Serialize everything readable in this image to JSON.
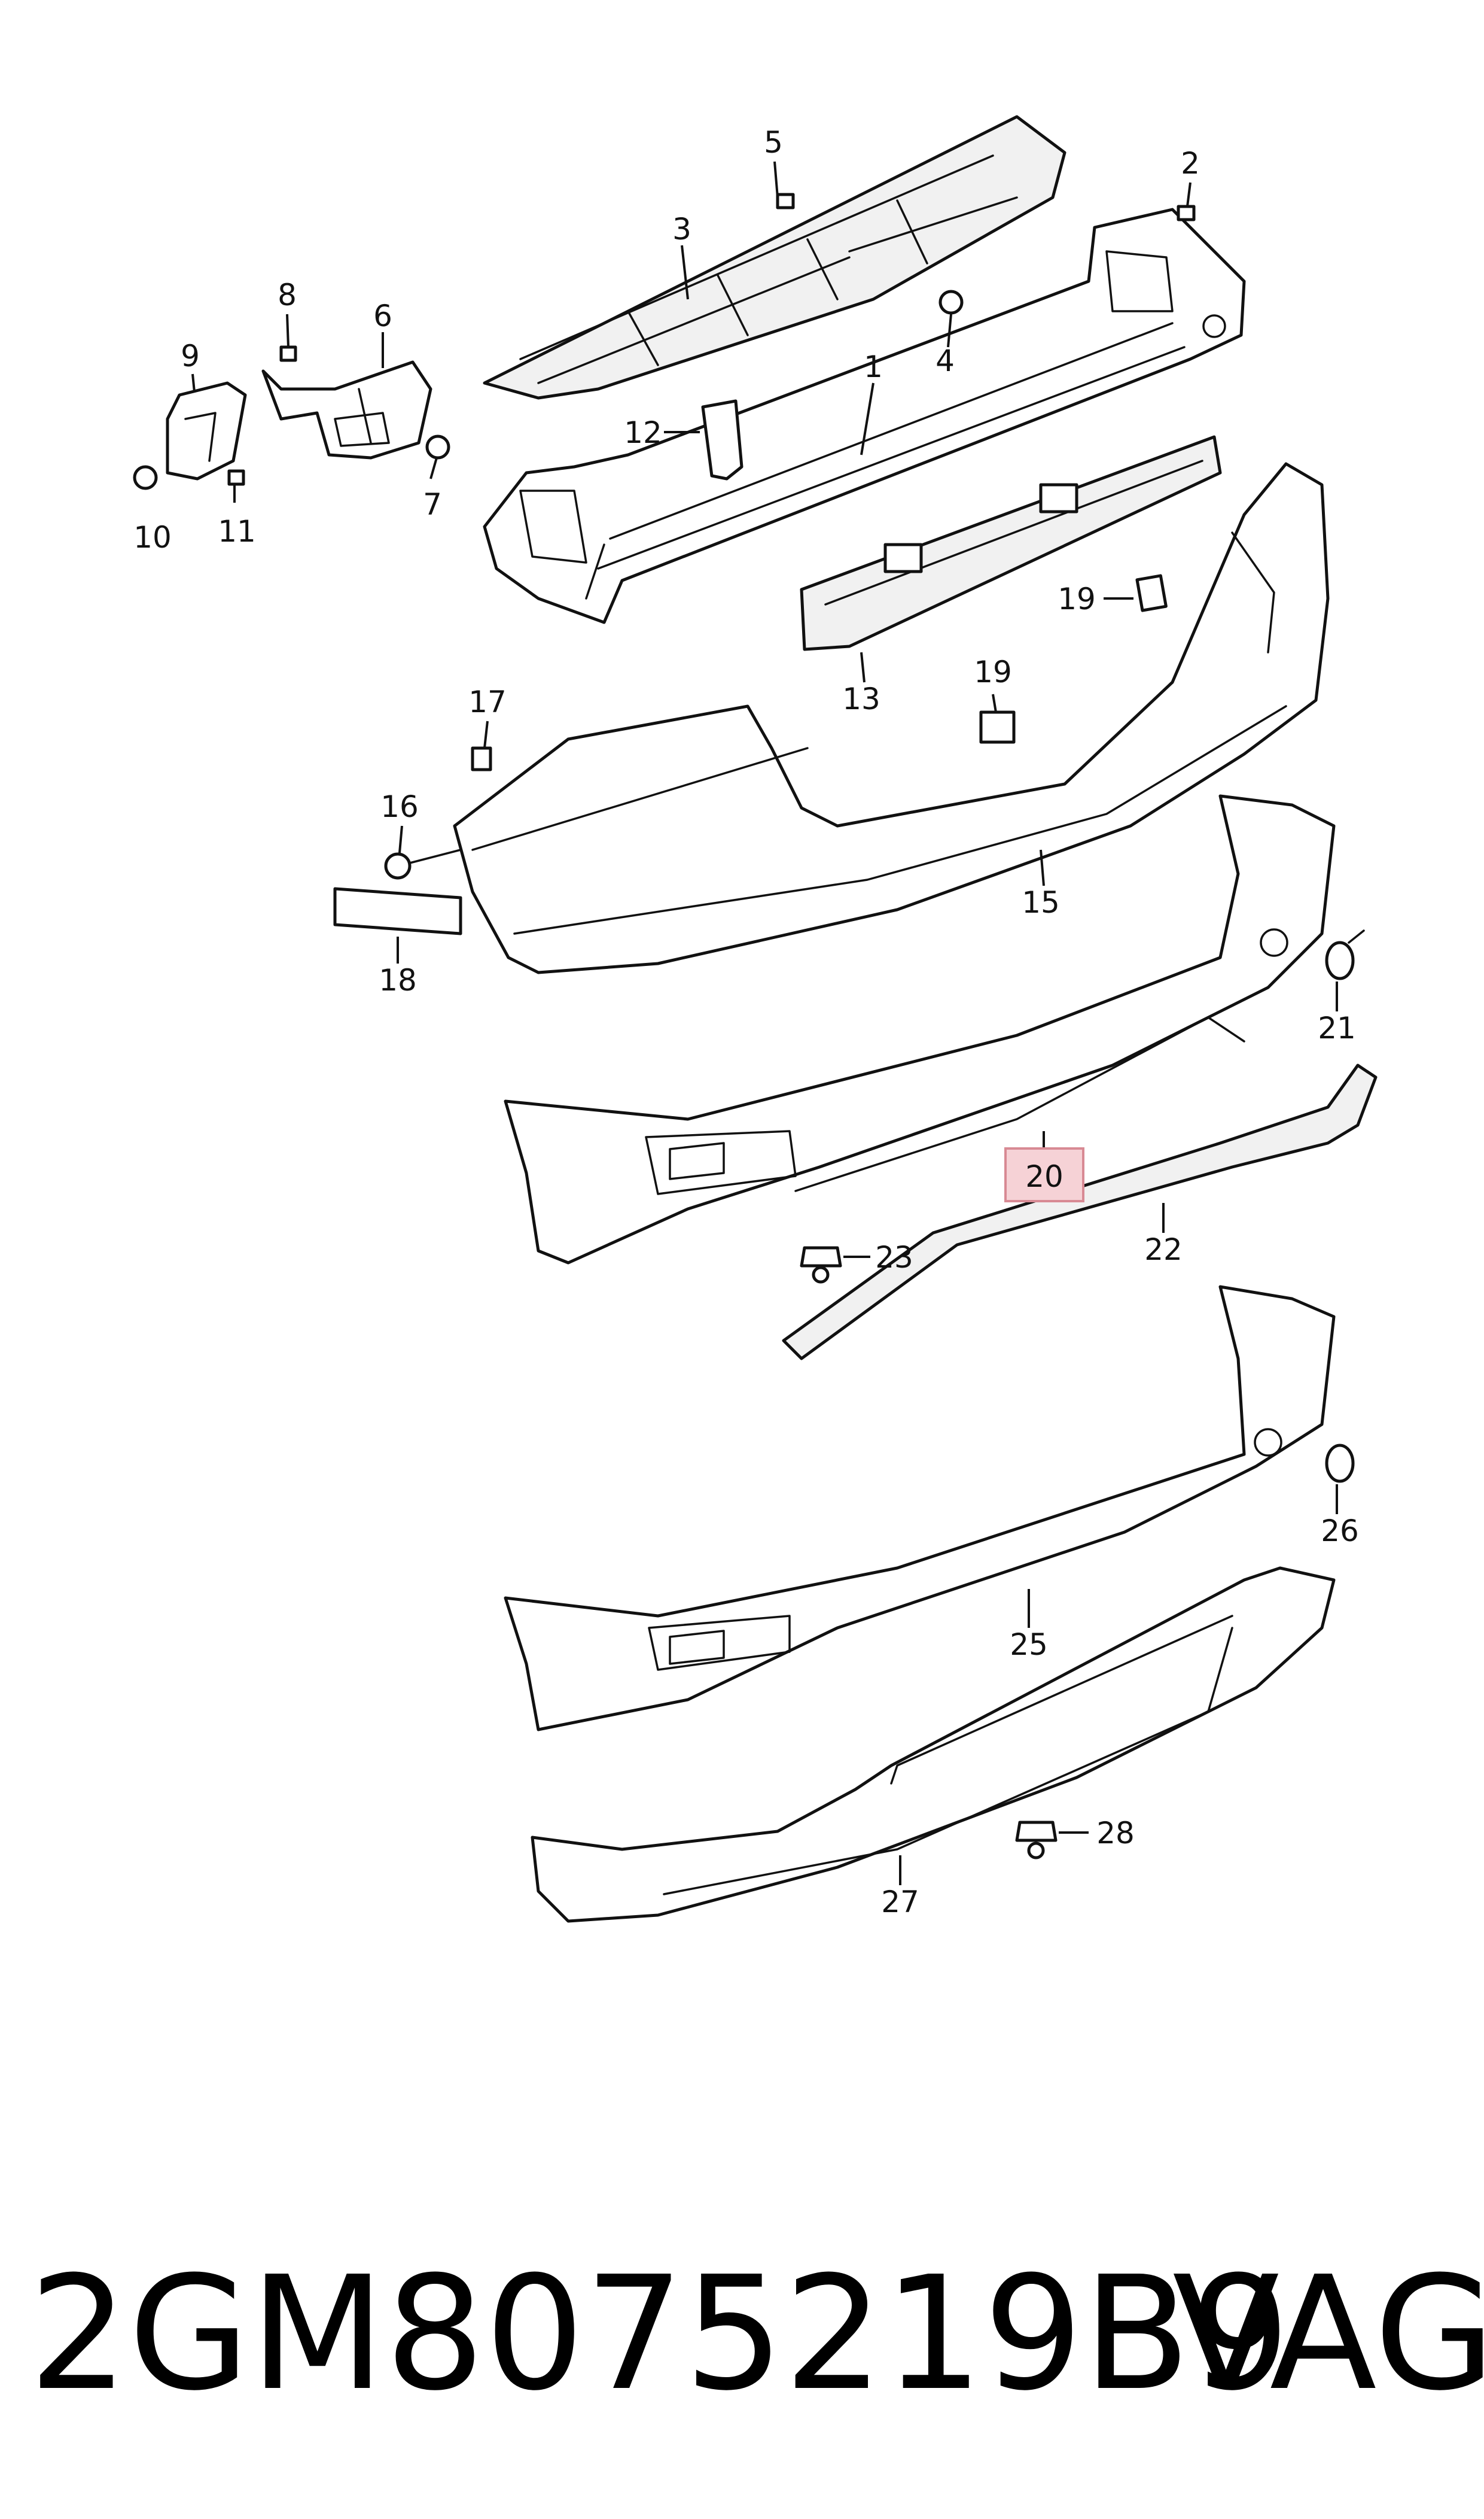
{
  "diagram": {
    "callouts": {
      "c1": "1",
      "c2": "2",
      "c3": "3",
      "c4": "4",
      "c5": "5",
      "c6": "6",
      "c7": "7",
      "c8": "8",
      "c9": "9",
      "c10": "10",
      "c11": "11",
      "c12": "12",
      "c13": "13",
      "c15": "15",
      "c16": "16",
      "c17": "17",
      "c18": "18",
      "c19a": "19",
      "c19b": "19",
      "c20": "20",
      "c21": "21",
      "c22": "22",
      "c23": "23",
      "c25": "25",
      "c26": "26",
      "c27": "27",
      "c28": "28"
    },
    "highlighted_callout": "20",
    "highlight_color": "#f6d2d6"
  },
  "footer": {
    "part_number": "2GM8075219B9",
    "brand": "VAG"
  }
}
